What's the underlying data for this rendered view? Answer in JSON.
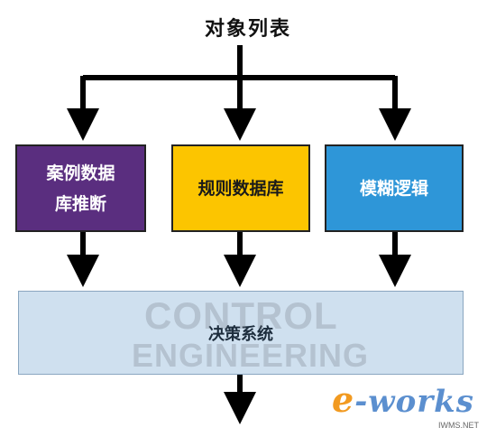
{
  "title": "对象列表",
  "boxes": {
    "case_db": {
      "line1": "案例数据",
      "line2": "库推断",
      "color": "#5a2e7f"
    },
    "rules_db": {
      "label": "规则数据库",
      "color": "#fcc500"
    },
    "fuzzy_logic": {
      "label": "模糊逻辑",
      "color": "#2e96d8"
    },
    "decision_system": {
      "label": "决策系统",
      "color": "#cfe0ef"
    }
  },
  "watermarks": {
    "control": "CONTROL",
    "engineering": "ENGINEERING",
    "eworks_e": "e",
    "eworks_rest": "-works",
    "site": "IWMS.NET"
  }
}
